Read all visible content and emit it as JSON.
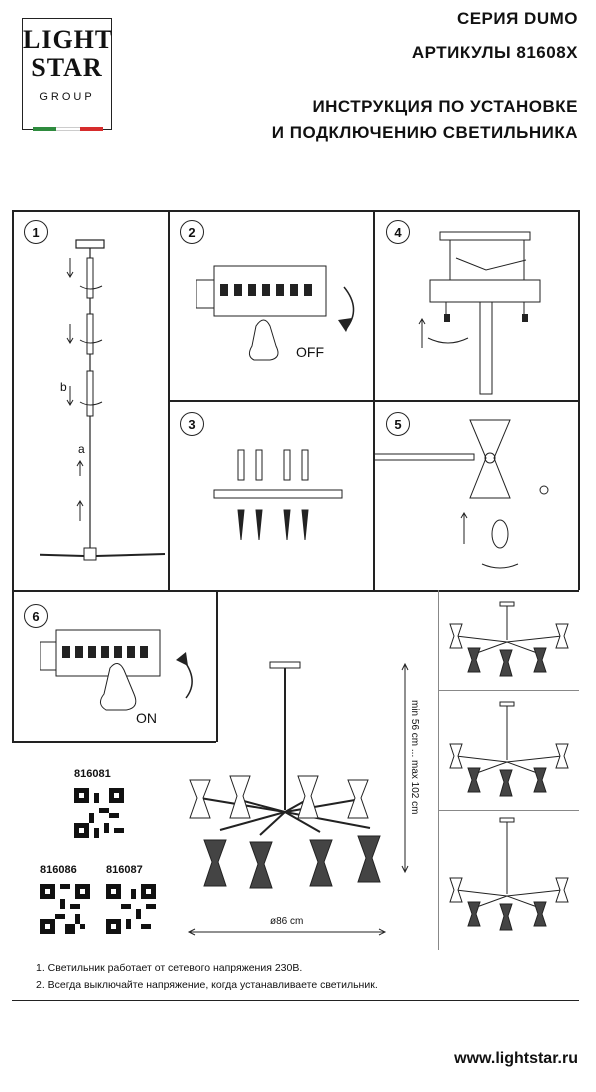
{
  "logo": {
    "line1": "LIGHT",
    "line2": "STAR",
    "line3": "GROUP",
    "flag_colors": [
      "#2e8b3e",
      "#ffffff",
      "#d62c2c"
    ]
  },
  "header": {
    "series": "СЕРИЯ DUMO",
    "articles": "АРТИКУЛЫ 81608X",
    "title_line1": "ИНСТРУКЦИЯ ПО УСТАНОВКЕ",
    "title_line2": "И ПОДКЛЮЧЕНИЮ СВЕТИЛЬНИКА"
  },
  "panels": {
    "p1": {
      "num": "1",
      "label_a": "a",
      "label_b": "b"
    },
    "p2": {
      "num": "2",
      "state": "OFF"
    },
    "p3": {
      "num": "3"
    },
    "p4": {
      "num": "4"
    },
    "p5": {
      "num": "5"
    },
    "p6": {
      "num": "6",
      "state": "ON"
    }
  },
  "dimensions": {
    "width": "ø86 cm",
    "height": "min 56 cm ... max 102 cm"
  },
  "codes": [
    "816081",
    "816086",
    "816087"
  ],
  "notes": [
    "1. Светильник работает от сетевого напряжения 230В.",
    "2. Всегда выключайте напряжение, когда устанавливаете светильник."
  ],
  "footer": {
    "url": "www.lightstar.ru"
  }
}
